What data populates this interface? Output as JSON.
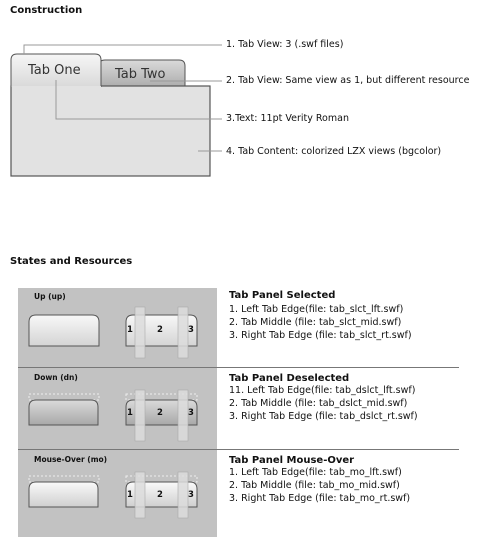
{
  "construction": {
    "heading": "Construction",
    "tab_one": "Tab One",
    "tab_two": "Tab Two",
    "notes": [
      "1. Tab View: 3 (.swf files)",
      "2. Tab View: Same view as 1, but different resource",
      "3.Text: 11pt Verity Roman",
      "4. Tab Content: colorized LZX views (bgcolor)"
    ]
  },
  "states": {
    "heading": "States and Resources",
    "segments": [
      "1",
      "2",
      "3"
    ],
    "panels": [
      {
        "state_label": "Up (up)",
        "title": "Tab Panel Selected",
        "items": [
          "1. Left Tab Edge(file: tab_slct_lft.swf)",
          "2. Tab Middle (file: tab_slct_mid.swf)",
          "3. Right Tab Edge (file: tab_slct_rt.swf)"
        ]
      },
      {
        "state_label": "Down (dn)",
        "title": "Tab Panel Deselected",
        "items": [
          "11. Left Tab Edge(file: tab_dslct_lft.swf)",
          "2. Tab Middle (file: tab_dslct_mid.swf)",
          "3. Right Tab Edge (file: tab_dslct_rt.swf)"
        ]
      },
      {
        "state_label": "Mouse-Over (mo)",
        "title": "Tab Panel Mouse-Over",
        "items": [
          "1. Left Tab Edge(file: tab_mo_lft.swf)",
          "2. Tab Middle (file: tab_mo_mid.swf)",
          "3. Right Tab Edge (file: tab_mo_rt.swf)"
        ]
      }
    ]
  }
}
